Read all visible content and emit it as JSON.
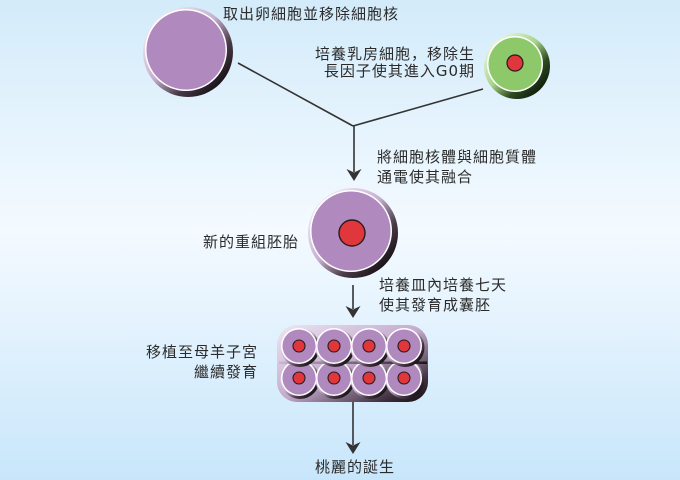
{
  "title": "Dolly cloning process diagram",
  "labels": {
    "egg_cell": "取出卵細胞並移除細胞核",
    "mammary_cell": [
      "培養乳房細胞，移除生",
      "長因子使其進入G0期"
    ],
    "fusion": [
      "將細胞核體與細胞質體",
      "通電使其融合"
    ],
    "embryo": "新的重組胚胎",
    "culture": [
      "培養皿內培養七天",
      "使其發育成囊胚"
    ],
    "implant": [
      "移植至母羊子宮",
      "繼續發育"
    ],
    "birth": "桃麗的誕生"
  },
  "nodes": [
    {
      "id": "egg-cell",
      "type": "enucleated-egg",
      "color": "#b089be"
    },
    {
      "id": "mammary-cell",
      "type": "donor-cell-with-nucleus",
      "color": "#8dc86b",
      "nucleus_color": "#e0373c"
    },
    {
      "id": "reconstructed-embryo",
      "type": "fused-cell",
      "color": "#b089be",
      "nucleus_color": "#e0373c"
    },
    {
      "id": "blastocyst",
      "type": "cell-cluster",
      "rows": 2,
      "cells_per_row": 4,
      "color": "#b089be",
      "nucleus_color": "#e0373c"
    }
  ],
  "colors": {
    "background_top": "#d3ebfa",
    "background_mid": "#f4faff",
    "background_bottom": "#c8e6fb",
    "cell_purple": "#b089be",
    "cell_green": "#8dc86b",
    "nucleus_red": "#e0373c",
    "line": "#333333",
    "text": "#2b2b2b"
  }
}
